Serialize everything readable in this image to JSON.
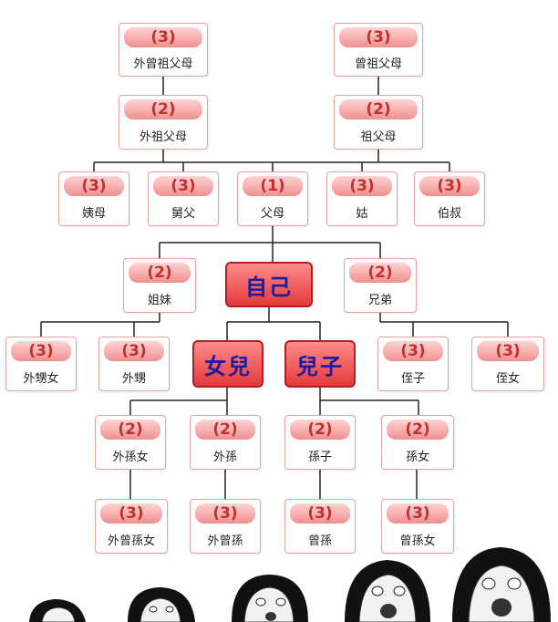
{
  "great_grandparents": {
    "maternal": {
      "degree": "(3)",
      "label": "外曾祖父母"
    },
    "paternal": {
      "degree": "(3)",
      "label": "曾祖父母"
    }
  },
  "grandparents": {
    "maternal": {
      "degree": "(2)",
      "label": "外祖父母"
    },
    "paternal": {
      "degree": "(2)",
      "label": "祖父母"
    }
  },
  "parents_gen": [
    {
      "degree": "(3)",
      "label": "姨母"
    },
    {
      "degree": "(3)",
      "label": "舅父"
    },
    {
      "degree": "(1)",
      "label": "父母"
    },
    {
      "degree": "(3)",
      "label": "姑"
    },
    {
      "degree": "(3)",
      "label": "伯叔"
    }
  ],
  "self_gen": {
    "sisters": {
      "degree": "(2)",
      "label": "姐妹"
    },
    "self": "自己",
    "brothers": {
      "degree": "(2)",
      "label": "兄弟"
    }
  },
  "children_gen": {
    "sister_kids": [
      {
        "degree": "(3)",
        "label": "外甥女"
      },
      {
        "degree": "(3)",
        "label": "外甥"
      }
    ],
    "daughter": "女兒",
    "son": "兒子",
    "brother_kids": [
      {
        "degree": "(3)",
        "label": "侄子"
      },
      {
        "degree": "(3)",
        "label": "侄女"
      }
    ]
  },
  "grandchildren": [
    {
      "degree": "(2)",
      "label": "外孫女"
    },
    {
      "degree": "(2)",
      "label": "外孫"
    },
    {
      "degree": "(2)",
      "label": "孫子"
    },
    {
      "degree": "(2)",
      "label": "孫女"
    }
  ],
  "great_grandchildren": [
    {
      "degree": "(3)",
      "label": "外曾孫女"
    },
    {
      "degree": "(3)",
      "label": "外曾孫"
    },
    {
      "degree": "(3)",
      "label": "曾孫"
    },
    {
      "degree": "(3)",
      "label": "曾孫女"
    }
  ],
  "colors": {
    "node_border": "#e8a0a0",
    "degree_text": "#c0302d",
    "highlight_fill": "#e23a3a",
    "highlight_text": "#1a1aa8",
    "line": "#222222"
  }
}
